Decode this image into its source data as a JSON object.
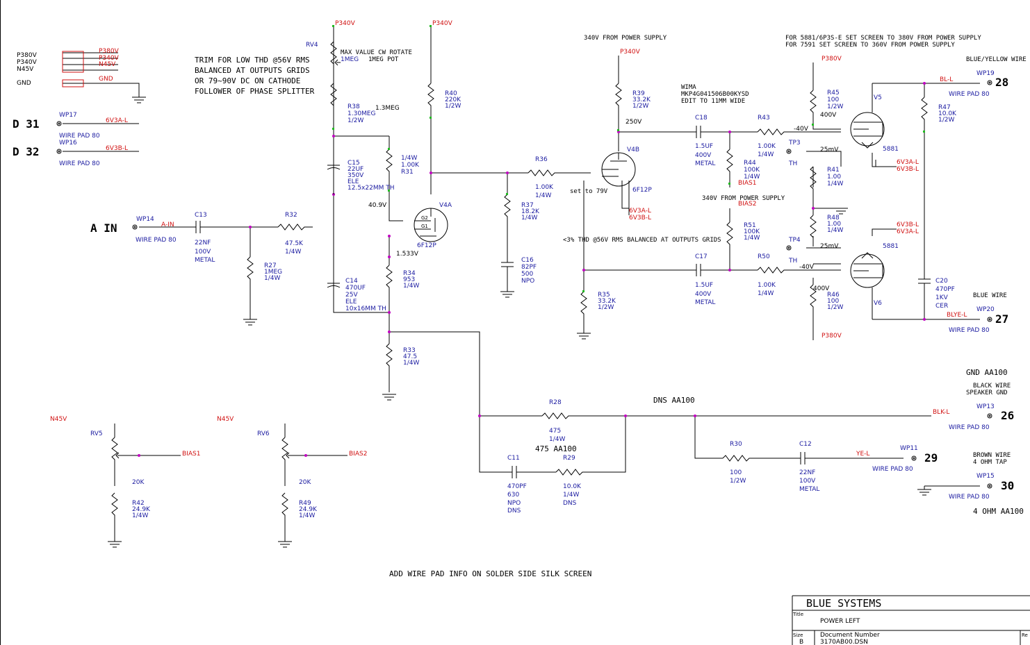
{
  "rails": {
    "p380": "P380V",
    "p340": "P340V",
    "n45": "N45V",
    "gnd": "GND"
  },
  "notes": {
    "trim": [
      "TRIM FOR LOW THD @56V RMS",
      "BALANCED AT OUTPUTS GRIDS",
      "OR 79~90V DC  ON CATHODE",
      "FOLLOWER OF PHASE SPLITTER"
    ],
    "rv4_note": [
      "MAX VALUE CW ROTATE",
      "1MEG POT"
    ],
    "supply1": "340V FROM POWER SUPPLY",
    "supply2": "340V FROM POWER SUPPLY",
    "screen": [
      "FOR 5881/6P3S-E SET SCREEN TO 380V FROM POWER SUPPLY",
      "FOR 7591 SET SCREEN TO 360V FROM POWER SUPPLY"
    ],
    "wima": [
      "WIMA",
      "MKP4G041506B00KYSD",
      "EDIT TO 11MM WIDE"
    ],
    "thd": "<3% THD @56V RMS BALANCED AT OUTPUTS GRIDS",
    "set_to": "set to 79V",
    "silk": "ADD WIRE PAD INFO ON SOLDER SIDE SILK SCREEN",
    "dns": "DNS AA100",
    "r28_aa": "475 AA100",
    "gnd_aa": "GND AA100",
    "ohm_aa": "4 OHM AA100",
    "blue_yellow": "BLUE/YELLOW WIRE",
    "blue_wire": "BLUE WIRE",
    "black_wire": [
      "BLACK WIRE",
      "SPEAKER GND"
    ],
    "brown_wire": [
      "BROWN WIRE",
      "4 OHM TAP"
    ]
  },
  "voltages": {
    "v409": "40.9V",
    "v1533": "1.533V",
    "v250": "250V",
    "v40a": "-40V",
    "v40b": "-40V",
    "mv25a": "25mV",
    "mv25b": "25mV",
    "v400a": "400V",
    "v400b": "400V",
    "mv13": "1.3MEG"
  },
  "connectors": {
    "d31": "D  31",
    "d32": "D  32",
    "ain": "A IN",
    "n28": "28",
    "n27": "27",
    "n26": "26",
    "n29": "29",
    "n30": "30",
    "wp17": "WP17",
    "wp16": "WP16",
    "wp14": "WP14",
    "wp19": "WP19",
    "wp20": "WP20",
    "wp13": "WP13",
    "wp11": "WP11",
    "wp15": "WP15",
    "pad": "WIRE PAD 80",
    "net_6v3a": "6V3A-L",
    "net_6v3b": "6V3B-L",
    "net_ain": "A-IN",
    "net_bl": "BL-L",
    "net_blye": "BLYE-L",
    "net_blk": "BLK-L",
    "net_ye": "YE-L",
    "bias1": "BIAS1",
    "bias2": "BIAS2",
    "tp3": "TP3",
    "tp4": "TP4",
    "th": "TH"
  },
  "parts": {
    "rv4": [
      "RV4",
      "1MEG"
    ],
    "r38": [
      "R38",
      "1.30MEG",
      "1/2W"
    ],
    "c15": [
      "C15",
      "22UF",
      "350V",
      "ELE",
      "12.5x22MM TH"
    ],
    "r31": [
      "1/4W",
      "1.00K",
      "R31"
    ],
    "r40": [
      "R40",
      "220K",
      "1/2W"
    ],
    "c13": [
      "C13",
      "22NF",
      "100V",
      "METAL"
    ],
    "r32": [
      "R32",
      "47.5K",
      "1/4W"
    ],
    "r27": [
      "R27",
      "1MEG",
      "1/4W"
    ],
    "c14": [
      "C14",
      "470UF",
      "25V",
      "ELE",
      "10x16MM TH"
    ],
    "r34": [
      "R34",
      "953",
      "1/4W"
    ],
    "r33": [
      "R33",
      "47.5",
      "1/4W"
    ],
    "r36": [
      "R36",
      "1.00K",
      "1/4W"
    ],
    "r37": [
      "R37",
      "18.2K",
      "1/4W"
    ],
    "c16": [
      "C16",
      "82PF",
      "500",
      "NPO"
    ],
    "r39": [
      "R39",
      "33.2K",
      "1/2W"
    ],
    "r35": [
      "R35",
      "33.2K",
      "1/2W"
    ],
    "v4a": [
      "V4A",
      "6F12P"
    ],
    "v4b": [
      "V4B",
      "6F12P"
    ],
    "c18": [
      "C18",
      "1.5UF",
      "400V",
      "METAL"
    ],
    "c17": [
      "C17",
      "1.5UF",
      "400V",
      "METAL"
    ],
    "r43": [
      "R43",
      "1.00K",
      "1/4W"
    ],
    "r50": [
      "R50",
      "1.00K",
      "1/4W"
    ],
    "r44": [
      "R44",
      "100K",
      "1/4W"
    ],
    "r51": [
      "R51",
      "100K",
      "1/4W"
    ],
    "r45": [
      "R45",
      "100",
      "1/2W"
    ],
    "r46": [
      "R46",
      "100",
      "1/2W"
    ],
    "r41": [
      "R41",
      "1.00",
      "1/4W"
    ],
    "r48": [
      "R48",
      "1.00",
      "1/4W"
    ],
    "v5": [
      "V5",
      "5881"
    ],
    "v6": [
      "V6",
      "5881"
    ],
    "r47": [
      "R47",
      "10.0K",
      "1/2W"
    ],
    "c20": [
      "C20",
      "470PF",
      "1KV",
      "CER"
    ],
    "r28": [
      "R28",
      "475",
      "1/4W"
    ],
    "c11": [
      "C11",
      "470PF",
      "630",
      "NPO",
      "DNS"
    ],
    "r29": [
      "R29",
      "10.0K",
      "1/4W",
      "DNS"
    ],
    "r30": [
      "R30",
      "100",
      "1/2W"
    ],
    "c12": [
      "C12",
      "22NF",
      "100V",
      "METAL"
    ],
    "rv5": [
      "RV5",
      "20K"
    ],
    "rv6": [
      "RV6",
      "20K"
    ],
    "r42": [
      "R42",
      "24.9K",
      "1/4W"
    ],
    "r49": [
      "R49",
      "24.9K",
      "1/4W"
    ]
  },
  "titleblock": {
    "company": "BLUE SYSTEMS",
    "title_lbl": "Title",
    "title": "POWER LEFT",
    "size_lbl": "Size",
    "size": "B",
    "doc_lbl": "Document Number",
    "doc": "3170AB00.DSN",
    "rev_lbl": "Re"
  }
}
